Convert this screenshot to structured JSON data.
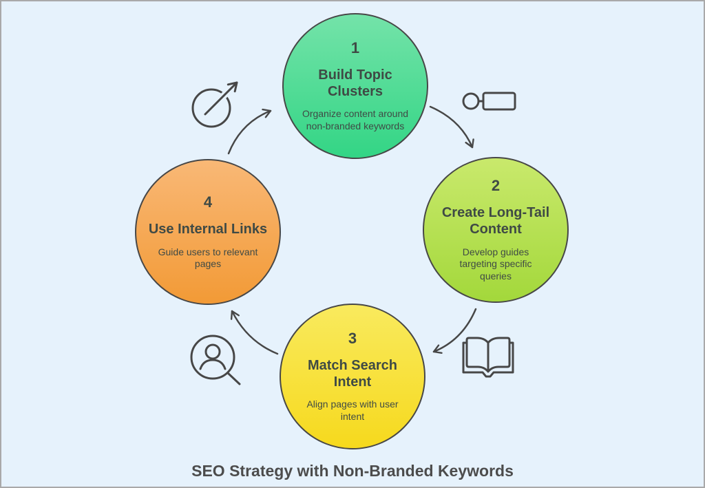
{
  "title": "SEO Strategy with Non-Branded Keywords",
  "colors": {
    "background": "#e6f2fc",
    "frame_border": "#a9a9a9",
    "stroke": "#474747",
    "circle_text": "#3f4a45",
    "title_text": "#4c4c4c"
  },
  "steps": [
    {
      "number": "1",
      "heading": "Build Topic Clusters",
      "description": "Organize content around non-branded keywords",
      "color_top": "#74e3a9",
      "color_bottom": "#33d585",
      "icon": "trend-arrow-icon"
    },
    {
      "number": "2",
      "heading": "Create Long-Tail Content",
      "description": "Develop guides targeting specific queries",
      "color_top": "#c9e96c",
      "color_bottom": "#a3d83b",
      "icon": "keyword-tag-icon"
    },
    {
      "number": "3",
      "heading": "Match Search Intent",
      "description": "Align pages with user intent",
      "color_top": "#f9ea5e",
      "color_bottom": "#f6d91d",
      "icon": "open-book-icon"
    },
    {
      "number": "4",
      "heading": "Use Internal Links",
      "description": "Guide users to relevant pages",
      "color_top": "#f9b876",
      "color_bottom": "#f29a36",
      "icon": "user-search-icon"
    }
  ]
}
